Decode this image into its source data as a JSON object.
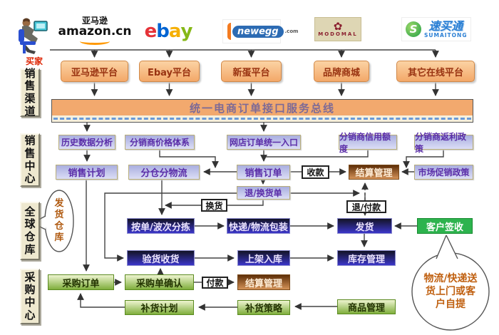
{
  "buyer": {
    "label": "买家"
  },
  "logos": {
    "amazon": {
      "cjk": "亚马逊",
      "domain": "amazon.cn"
    },
    "ebay": {
      "l1": "e",
      "l2": "b",
      "l3": "a",
      "l4": "y"
    },
    "newegg": {
      "name": "newegg",
      "tld": ".com"
    },
    "modomal": {
      "glyph": "✿",
      "name": "MODOMAL"
    },
    "sumaitong": {
      "s": "S",
      "cjk": "速买通",
      "latin": "SUMAITONG"
    }
  },
  "platforms": [
    {
      "label": "亚马逊平台"
    },
    {
      "label": "Ebay平台"
    },
    {
      "label": "新蛋平台"
    },
    {
      "label": "品牌商城"
    },
    {
      "label": "其它在线平台"
    }
  ],
  "bus": {
    "label": "统一电商订单接口服务总线"
  },
  "side_sections": [
    {
      "label": "销售渠道"
    },
    {
      "label": "销售中心"
    },
    {
      "label": "全球仓库"
    },
    {
      "label": "采购中心"
    }
  ],
  "nodes": {
    "history_analysis": {
      "label": "历史数据分析"
    },
    "distributor_price": {
      "label": "分销商价格体系"
    },
    "store_order_entry": {
      "label": "网店订单统一入口"
    },
    "distributor_credit": {
      "label": "分销商信用额度"
    },
    "distributor_rebate": {
      "label": "分销商返利政策"
    },
    "sales_plan": {
      "label": "销售计划"
    },
    "warehouse_logistics": {
      "label": "分仓分物流"
    },
    "sales_order": {
      "label": "销售订单"
    },
    "collect_payment": {
      "label": "收款"
    },
    "settlement_top": {
      "label": "结算管理"
    },
    "market_promotion": {
      "label": "市场促销政策"
    },
    "return_exchange_order": {
      "label": "退/换货单"
    },
    "exchange_goods": {
      "label": "换货"
    },
    "refund_payment": {
      "label": "退/付款"
    },
    "wave_picking": {
      "label": "按单/波次分拣"
    },
    "logistics_packaging": {
      "label": "快递/物流包装"
    },
    "ship_goods": {
      "label": "发货"
    },
    "customer_sign": {
      "label": "客户签收"
    },
    "inspect_receive": {
      "label": "验货收货"
    },
    "shelve_warehouse": {
      "label": "上架入库"
    },
    "inventory_mgmt": {
      "label": "库存管理"
    },
    "purchase_order": {
      "label": "采购订单"
    },
    "purchase_confirm": {
      "label": "采购单确认"
    },
    "pay": {
      "label": "付款"
    },
    "settlement_bottom": {
      "label": "结算管理"
    },
    "replenish_plan": {
      "label": "补货计划"
    },
    "replenish_strategy": {
      "label": "补货策略"
    },
    "product_mgmt": {
      "label": "商品管理"
    }
  },
  "bubbles": {
    "ship_warehouse": {
      "label": "发货仓库"
    },
    "delivery_note": {
      "label": "物流/快递送货上门或客户自提"
    }
  },
  "colors": {
    "bus_orange": "#f2a96e",
    "platform_orange": "#f3a869",
    "node_dark_blue": "#3b36c9",
    "node_lavender": "#b8bee8",
    "settlement_copper": "#b06a30",
    "purchase_green": "#7fae3c",
    "customer_sign_green": "#2db34e",
    "buyer_red": "#dd2200",
    "ebay_red": "#e53238",
    "ebay_blue": "#0064d2",
    "ebay_yellow": "#f5af02",
    "ebay_green": "#86b817",
    "newegg_orange": "#f47b20",
    "sumaitong_blue": "#2a7fd4",
    "dash_blue": "#6a9ad8"
  }
}
